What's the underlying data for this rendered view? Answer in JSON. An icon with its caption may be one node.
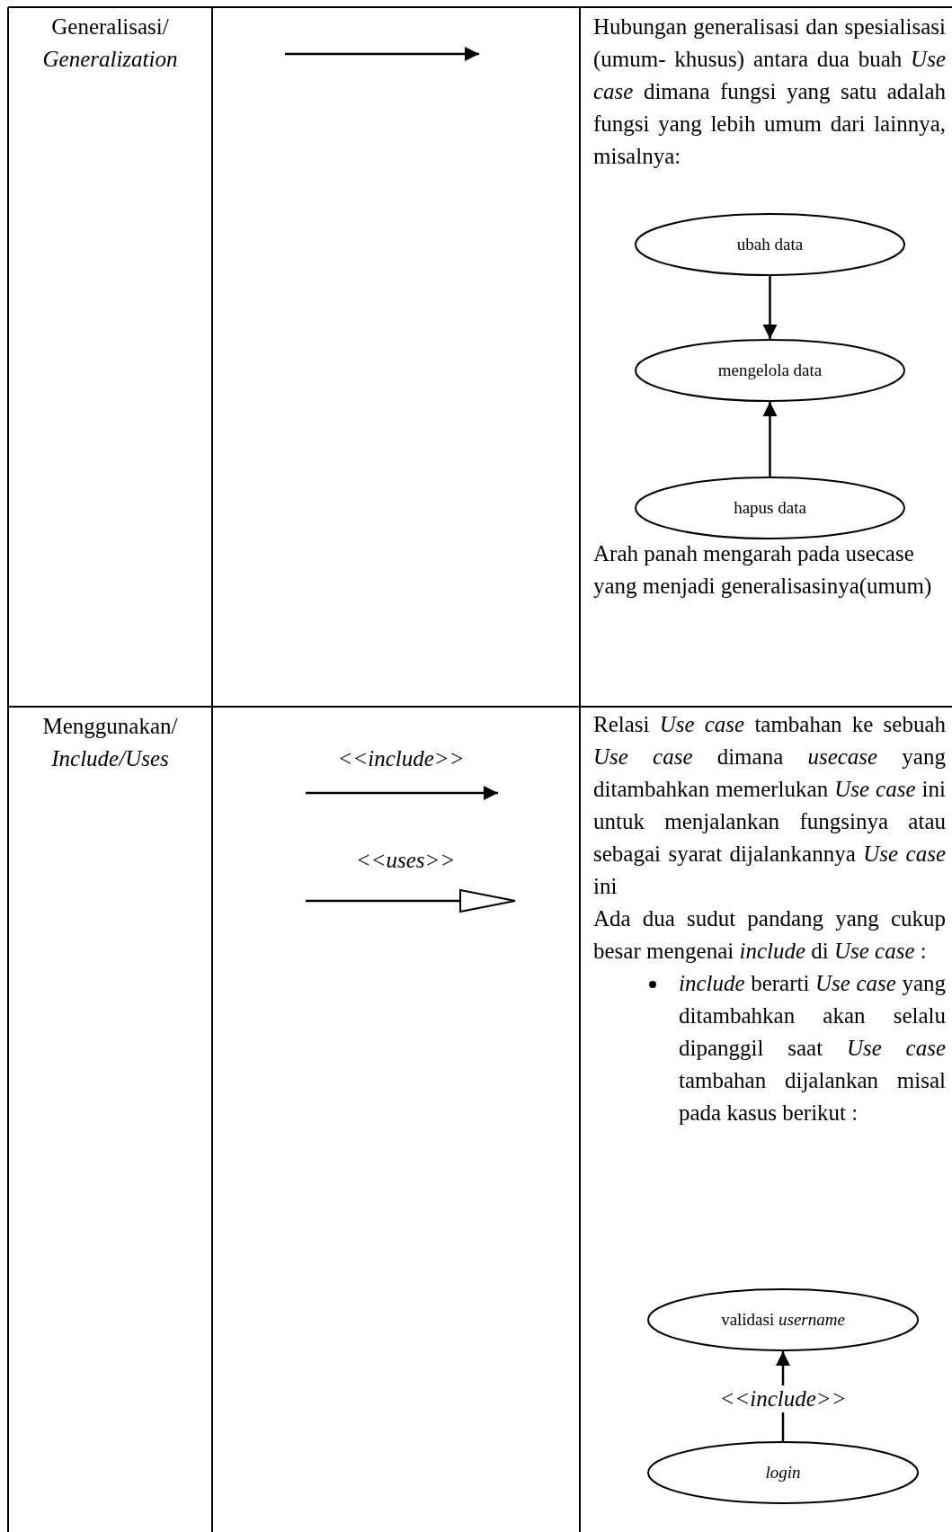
{
  "diagram": {
    "nodes": [
      {
        "text": [
          "ubah data"
        ]
      },
      {
        "text": [
          "mengelola data"
        ]
      },
      {
        "text": [
          "hapus data"
        ]
      },
      {
        "text": [
          "validasi *username*"
        ]
      },
      {
        "text": [
          "login"
        ]
      }
    ],
    "edges": [
      {
        "from": 0,
        "to": 1,
        "arrow": "to"
      },
      {
        "from": 2,
        "to": 1,
        "arrow": "to"
      },
      {
        "from": 4,
        "to": 3,
        "arrow": "to",
        "label": "<<include>>"
      }
    ],
    "labels": [
      "Generalisasi/ *Generalization*",
      "Hubungan generalisasi dan spesialisasi (umum- khusus) antara dua buah *Use case* dimana fungsi yang satu adalah fungsi yang lebih umum dari lainnya, misalnya:",
      "Arah panah mengarah pada usecase yang menjadi generalisasinya(umum)",
      "Menggunakan/ *Include/Uses*",
      "<<include>>",
      "<<uses>>",
      "Relasi *Use case* tambahan ke sebuah *Use case* dimana *usecase* yang ditambahkan memerlukan *Use case* ini untuk menjalankan fungsinya atau sebagai syarat dijalankannya *Use case* ini",
      "Ada dua sudut pandang yang cukup besar mengenai *include* di *Use case* :",
      "*include* berarti *Use case* yang ditambahkan akan selalu dipanggil saat *Use case* tambahan dijalankan misal pada kasus berikut :"
    ]
  }
}
